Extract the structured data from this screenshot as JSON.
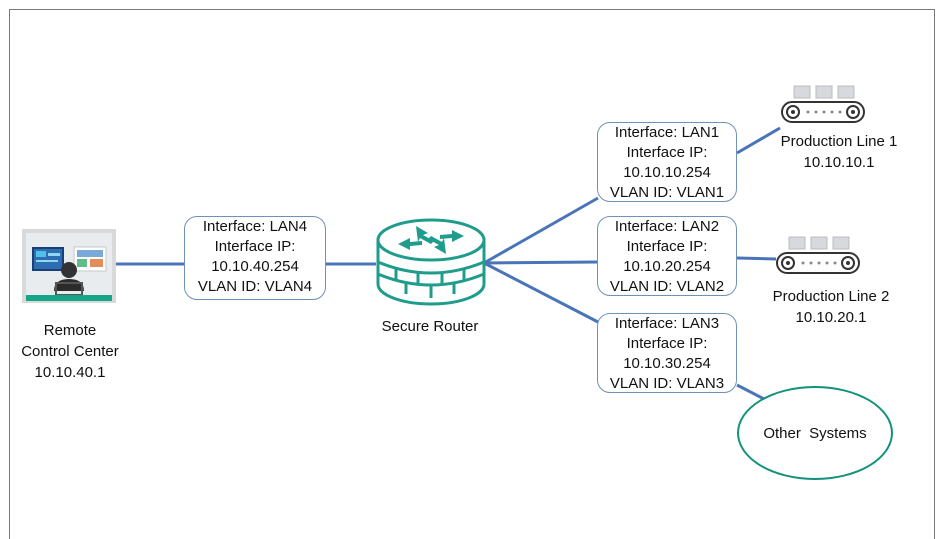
{
  "colors": {
    "link": "#4a74b8",
    "box_border": "#6f93b8",
    "router": "#1f9c8c",
    "ellipse_border": "#12927a",
    "frame": "#7a7a7a"
  },
  "icons": [
    "control-center-icon",
    "router-icon",
    "conveyor-icon",
    "conveyor-icon"
  ],
  "remote": {
    "name1": "Remote",
    "name2": "Control Center",
    "ip": "10.10.40.1"
  },
  "router": {
    "label": "Secure Router"
  },
  "lan4": {
    "iface": "Interface: LAN4",
    "ip_label": "Interface IP:",
    "ip": "10.10.40.254",
    "vlan": "VLAN ID: VLAN4"
  },
  "lan1": {
    "iface": "Interface: LAN1",
    "ip_label": "Interface IP:",
    "ip": "10.10.10.254",
    "vlan": "VLAN ID: VLAN1"
  },
  "lan2": {
    "iface": "Interface: LAN2",
    "ip_label": "Interface IP:",
    "ip": "10.10.20.254",
    "vlan": "VLAN ID: VLAN2"
  },
  "lan3": {
    "iface": "Interface: LAN3",
    "ip_label": "Interface IP:",
    "ip": "10.10.30.254",
    "vlan": "VLAN ID: VLAN3"
  },
  "line1": {
    "name": "Production Line 1",
    "ip": "10.10.10.1"
  },
  "line2": {
    "name": "Production Line 2",
    "ip": "10.10.20.1"
  },
  "other": {
    "label": "Other  Systems"
  }
}
